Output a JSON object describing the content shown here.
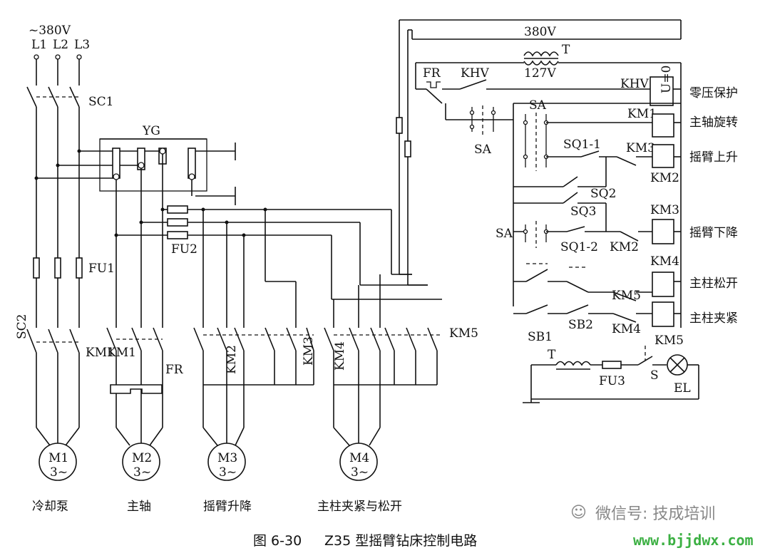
{
  "supply": {
    "voltage": "~380V",
    "l1": "L1",
    "l2": "L2",
    "l3": "L3"
  },
  "transformer": {
    "primary": "380V",
    "name": "T",
    "secondary": "127V"
  },
  "labels": {
    "sc1": "SC1",
    "sc2": "SC2",
    "yg": "YG",
    "fu1": "FU1",
    "fu2": "FU2",
    "fu3": "FU3",
    "km1": "KM1",
    "km2": "KM2",
    "km3": "KM3",
    "km4": "KM4",
    "km5": "KM5",
    "fr": "FR",
    "khv": "KHV",
    "sa": "SA",
    "sq11": "SQ1-1",
    "sq12": "SQ1-2",
    "sq2": "SQ2",
    "sq3": "SQ3",
    "sb1": "SB1",
    "sb2": "SB2",
    "t": "T",
    "s": "S",
    "el": "EL",
    "u0": "U=0"
  },
  "motors": [
    {
      "name": "M1",
      "phase": "3~",
      "caption": "冷却泵"
    },
    {
      "name": "M2",
      "phase": "3~",
      "caption": "主轴"
    },
    {
      "name": "M3",
      "phase": "3~",
      "caption": "摇臂升降"
    },
    {
      "name": "M4",
      "phase": "3~",
      "caption": "主柱夹紧与松开"
    }
  ],
  "functions": [
    "零压保护",
    "主轴旋转",
    "摇臂上升",
    "摇臂下降",
    "主柱松开",
    "主柱夹紧"
  ],
  "caption": {
    "figure": "图 6-30",
    "title": "Z35 型摇臂钻床控制电路"
  },
  "watermark": {
    "text": "微信号: 技成培训",
    "url": "www.bjjdwx.com"
  }
}
